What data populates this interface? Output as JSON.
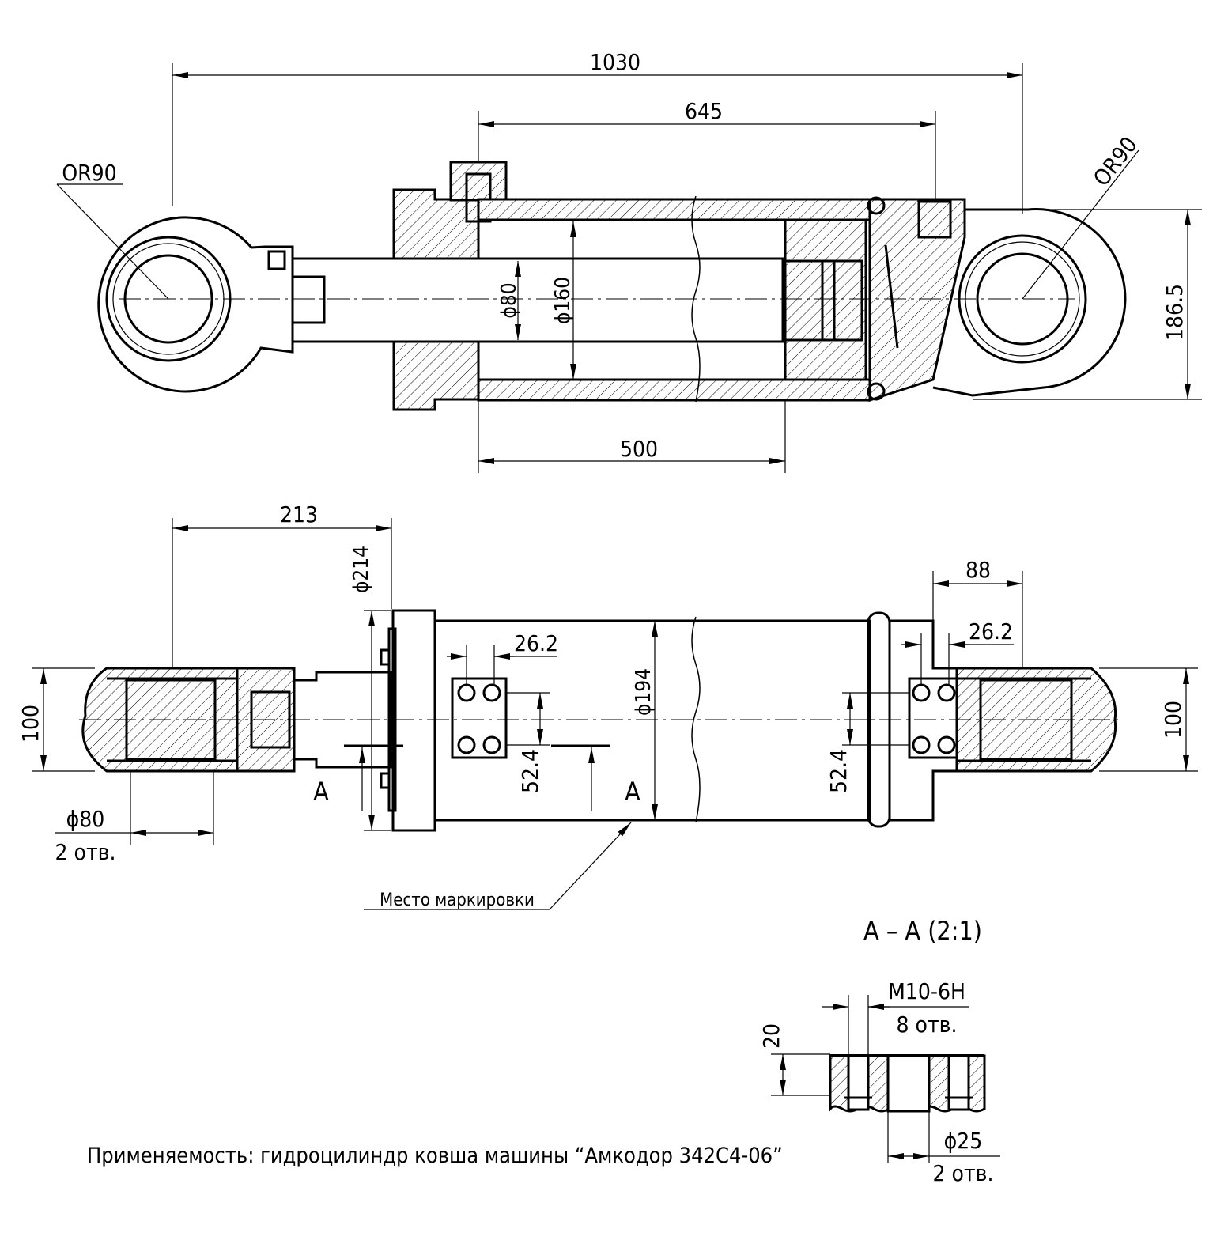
{
  "title": "Hydraulic cylinder drawing",
  "top_view": {
    "dim_overall": "1030",
    "dim_stroke_mount": "645",
    "dim_stroke": "500",
    "dim_height": "186.5",
    "radius_left": "OR90",
    "radius_right": "OR90",
    "dia_rod": "ϕ80",
    "dia_bore": "ϕ160"
  },
  "bottom_view": {
    "dim_213": "213",
    "dia_flange": "ϕ214",
    "dim_88": "88",
    "dim_26_left": "26.2",
    "dim_26_right": "26.2",
    "dia_tube": "ϕ194",
    "dim_100_left": "100",
    "dim_100_right": "100",
    "dim_52_left": "52.4",
    "dim_52_right": "52.4",
    "section_mark_left": "A",
    "section_mark_right": "A",
    "pin_dia": "ϕ80",
    "pin_count": "2 отв.",
    "marking_label": "Место маркировки"
  },
  "section": {
    "title": "А – А (2:1)",
    "thread": "M10-6H",
    "thread_count": "8 отв.",
    "depth": "20",
    "hole_dia": "ϕ25",
    "hole_count": "2 отв."
  },
  "footer": {
    "applicability": "Применяемость: гидроцилиндр ковша машины “Амкодор 342С4-06”"
  }
}
